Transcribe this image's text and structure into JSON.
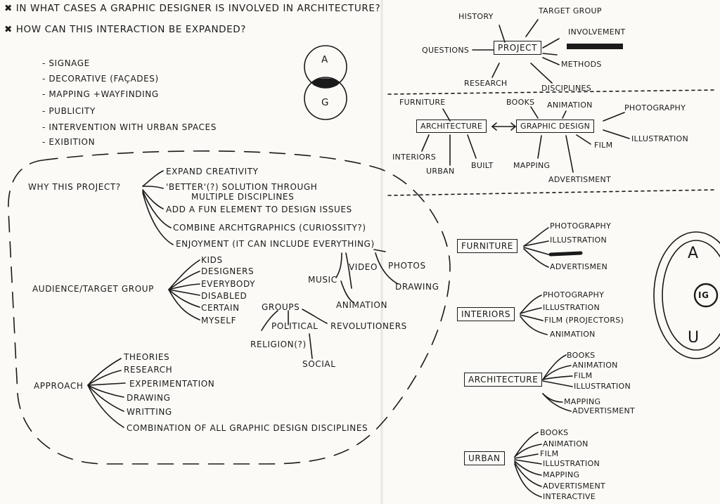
{
  "header": {
    "q1": "✖ In what cases a graphic designer is involved in architecture?",
    "q2": "✖ How can this interaction be expanded?"
  },
  "cases": [
    "- Signage",
    "- Decorative (façades)",
    "- Mapping +wayfinding",
    "- Publicity",
    "- Intervention with urban spaces",
    "- Exibition"
  ],
  "venn": {
    "top": "A",
    "bottom": "G"
  },
  "why": {
    "label": "Why this project?",
    "items": [
      "Expand creativity",
      "'Better'(?) solution through",
      "multiple disciplines",
      "Add a fun element to design issues",
      "Combine archtgraphics (curiossity?)",
      "Enjoyment (it can include everything)"
    ]
  },
  "media": {
    "music": "Music",
    "video": "Video",
    "photos": "Photos",
    "drawing": "Drawing",
    "animation": "Animation"
  },
  "audience": {
    "label": "Audience/Target group",
    "items": [
      "Kids",
      "Designers",
      "Everybody",
      "Disabled",
      "Certain",
      "Myself"
    ],
    "groups": "Groups",
    "political": "Political",
    "revolutioners": "Revolutioners",
    "religion": "Religion(?)",
    "social": "Social"
  },
  "approach": {
    "label": "Approach",
    "items": [
      "Theories",
      "Research",
      "Experimentation",
      "Drawing",
      "Writting",
      "Combination of all graphic design disciplines"
    ]
  },
  "project_map": {
    "center": "Project",
    "history": "History",
    "target": "Target group",
    "involvement": "Involvement",
    "methods": "Methods",
    "questions": "Questions",
    "research": "Research",
    "disciplines": "Disciplines"
  },
  "relation_map": {
    "architecture": "Architecture",
    "graphic": "Graphic design",
    "furniture": "Furniture",
    "interiors": "Interiors",
    "urban": "Urban",
    "built": "Built",
    "books": "Books",
    "animation": "Animation",
    "photography": "Photography",
    "illustration": "Illustration",
    "film": "Film",
    "mapping": "Mapping",
    "advertisement": "Advertisment"
  },
  "furniture": {
    "label": "Furniture",
    "items": [
      "Photography",
      "Illustration",
      "Advertismen"
    ]
  },
  "interiors": {
    "label": "Interiors",
    "items": [
      "Photography",
      "Illustration",
      "Film (projectors)",
      "Animation"
    ]
  },
  "architecture": {
    "label": "Architecture",
    "items": [
      "Books",
      "Animation",
      "Film",
      "Illustration",
      "Mapping",
      "Advertisment"
    ]
  },
  "urban": {
    "label": "Urban",
    "items": [
      "Books",
      "Animation",
      "Film",
      "Illustration",
      "Mapping",
      "Advertisment",
      "Interactive"
    ]
  },
  "logo": {
    "top": "A",
    "middle": "IG",
    "bottom": "U"
  }
}
